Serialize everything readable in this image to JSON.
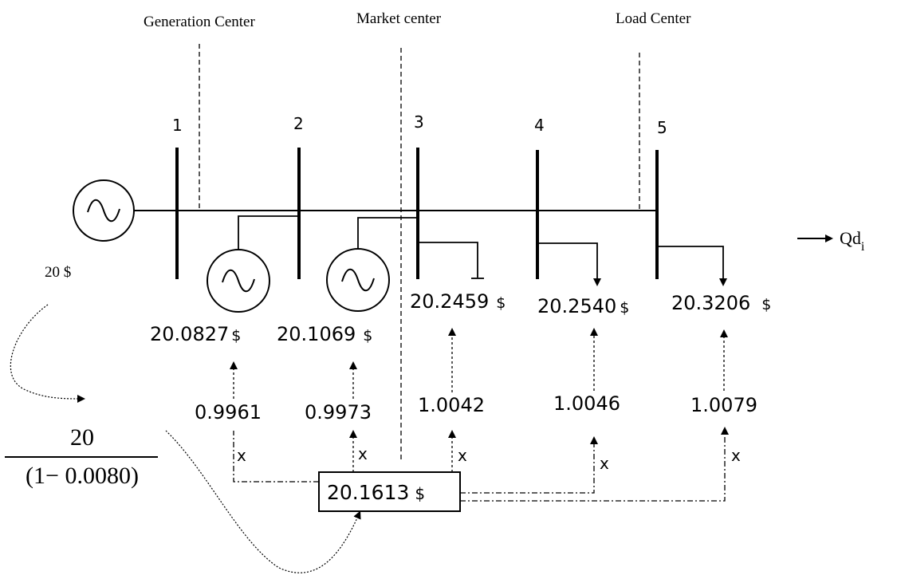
{
  "regions": {
    "generation": "Generation Center",
    "market": "Market center",
    "load": "Load Center"
  },
  "buses": [
    "1",
    "2",
    "3",
    "4",
    "5"
  ],
  "slack_price": "20 $",
  "bus_prices": {
    "bus2": "20.0827",
    "bus3": "20.1069",
    "bus3_load": "20.2459",
    "bus4": "20.2540",
    "bus5": "20.3206"
  },
  "currency": "$",
  "factors": [
    "0.9961",
    "0.9973",
    "1.0042",
    "1.0046",
    "1.0079"
  ],
  "multiply_symbol": "x",
  "center_price": "20.1613",
  "formula": {
    "numerator": "20",
    "denominator": "(1− 0.0080)"
  },
  "demand_label": "Qd",
  "demand_subscript": "i"
}
